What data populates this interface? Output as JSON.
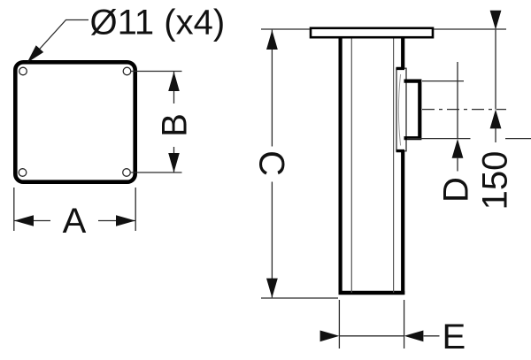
{
  "labels": {
    "hole_callout": "Ø11 (x4)",
    "dim_a": "A",
    "dim_b": "B",
    "dim_c": "C",
    "dim_d": "D",
    "dim_e": "E",
    "dim_150": "150"
  },
  "colors": {
    "background": "#ffffff",
    "outline": "#000000",
    "dim_line": "#2b2b2b",
    "text": "#111111"
  }
}
